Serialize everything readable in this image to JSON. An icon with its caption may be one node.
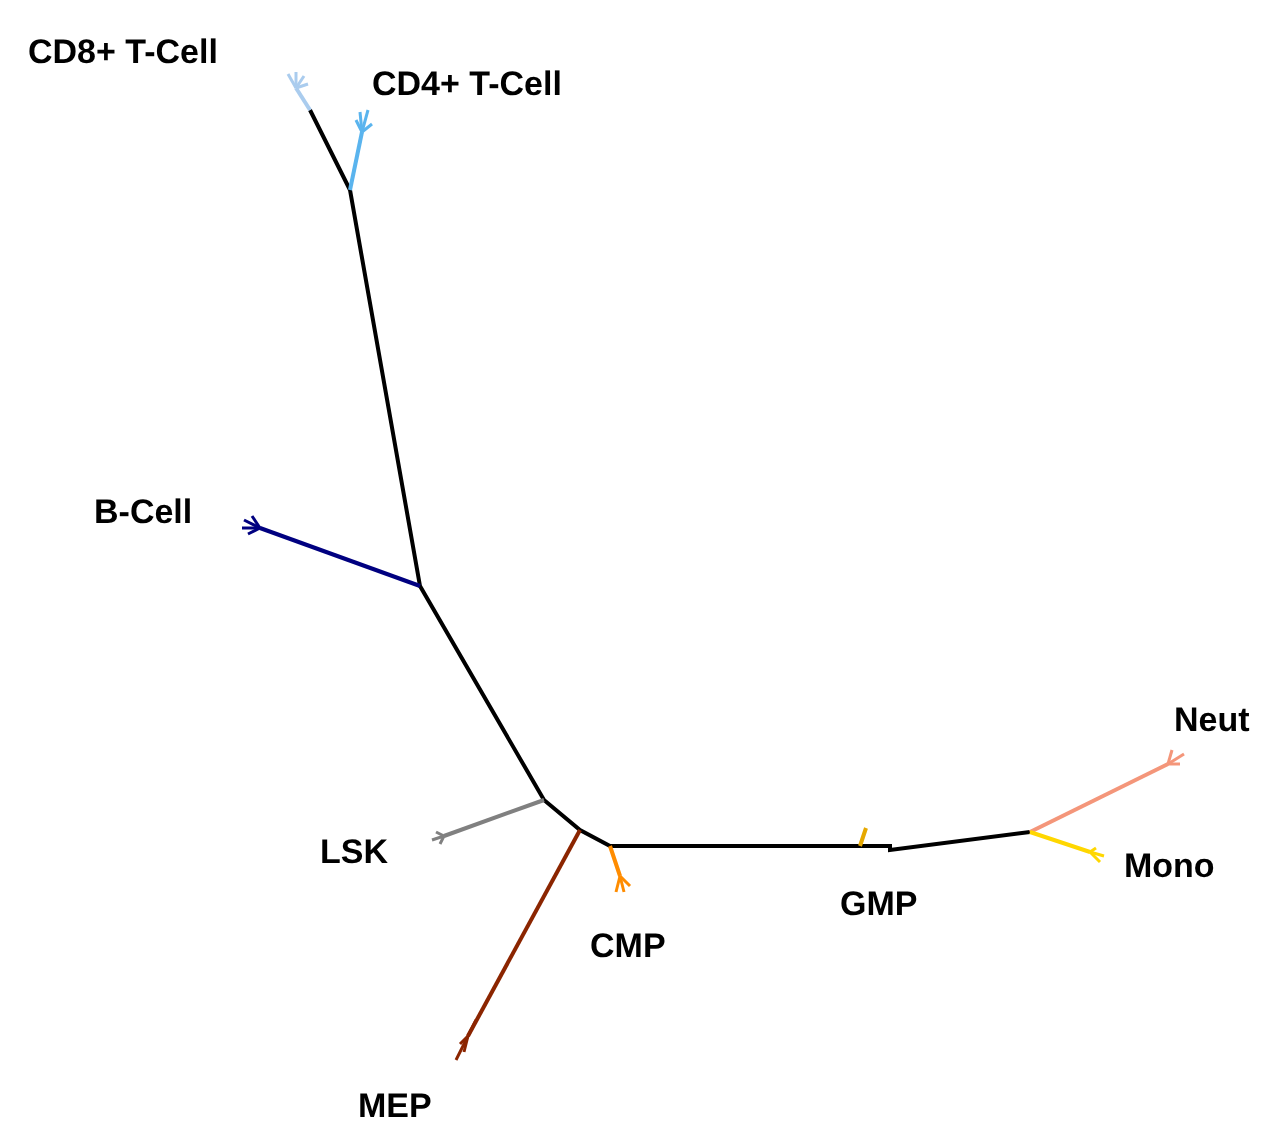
{
  "diagram": {
    "labels": [
      "CD8+ T-Cell",
      "CD4+ T-Cell",
      "B-Cell",
      "LSK",
      "CMP",
      "GMP",
      "Neut",
      "Mono",
      "MEP"
    ]
  }
}
